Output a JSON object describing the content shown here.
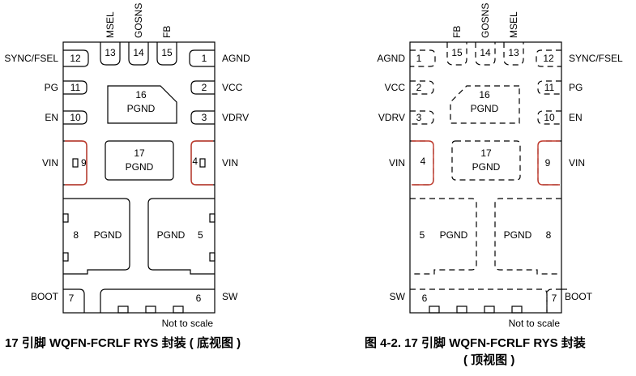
{
  "bottom_view": {
    "pins": {
      "p1": {
        "num": "1",
        "name": "AGND"
      },
      "p2": {
        "num": "2",
        "name": "VCC"
      },
      "p3": {
        "num": "3",
        "name": "VDRV"
      },
      "p4": {
        "num": "4",
        "name": "VIN"
      },
      "p5": {
        "num": "5",
        "name": "PGND"
      },
      "p6": {
        "num": "6",
        "name": "SW"
      },
      "p7": {
        "num": "7",
        "name": "BOOT"
      },
      "p8": {
        "num": "8",
        "name": "PGND"
      },
      "p9": {
        "num": "9",
        "name": "VIN"
      },
      "p10": {
        "num": "10",
        "name": "EN"
      },
      "p11": {
        "num": "11",
        "name": "PG"
      },
      "p12": {
        "num": "12",
        "name": "SYNC/FSEL"
      },
      "p13": {
        "num": "13",
        "name": "MSEL"
      },
      "p14": {
        "num": "14",
        "name": "GOSNS"
      },
      "p15": {
        "num": "15",
        "name": "FB"
      }
    },
    "pads": {
      "pad16": {
        "num": "16",
        "name": "PGND"
      },
      "pad17": {
        "num": "17",
        "name": "PGND"
      }
    },
    "note": "Not to scale",
    "caption": "17 引脚 WQFN-FCRLF RYS 封装 ( 底视图 )"
  },
  "top_view": {
    "pins": {
      "p1": {
        "num": "1",
        "name": "AGND"
      },
      "p2": {
        "num": "2",
        "name": "VCC"
      },
      "p3": {
        "num": "3",
        "name": "VDRV"
      },
      "p4": {
        "num": "4",
        "name": "VIN"
      },
      "p5": {
        "num": "5",
        "name": "PGND"
      },
      "p6": {
        "num": "6",
        "name": "SW"
      },
      "p7": {
        "num": "7",
        "name": "BOOT"
      },
      "p8": {
        "num": "8",
        "name": "PGND"
      },
      "p9": {
        "num": "9",
        "name": "VIN"
      },
      "p10": {
        "num": "10",
        "name": "EN"
      },
      "p11": {
        "num": "11",
        "name": "PG"
      },
      "p12": {
        "num": "12",
        "name": "SYNC/FSEL"
      },
      "p13": {
        "num": "13",
        "name": "MSEL"
      },
      "p14": {
        "num": "14",
        "name": "GOSNS"
      },
      "p15": {
        "num": "15",
        "name": "FB"
      }
    },
    "pads": {
      "pad16": {
        "num": "16",
        "name": "PGND"
      },
      "pad17": {
        "num": "17",
        "name": "PGND"
      }
    },
    "note": "Not to scale",
    "caption_line1": "图 4-2. 17 引脚 WQFN-FCRLF RYS 封装",
    "caption_line2": "( 顶视图 )"
  },
  "colors": {
    "outline": "#000000",
    "vin_highlight": "#c0392b",
    "background": "#ffffff"
  }
}
